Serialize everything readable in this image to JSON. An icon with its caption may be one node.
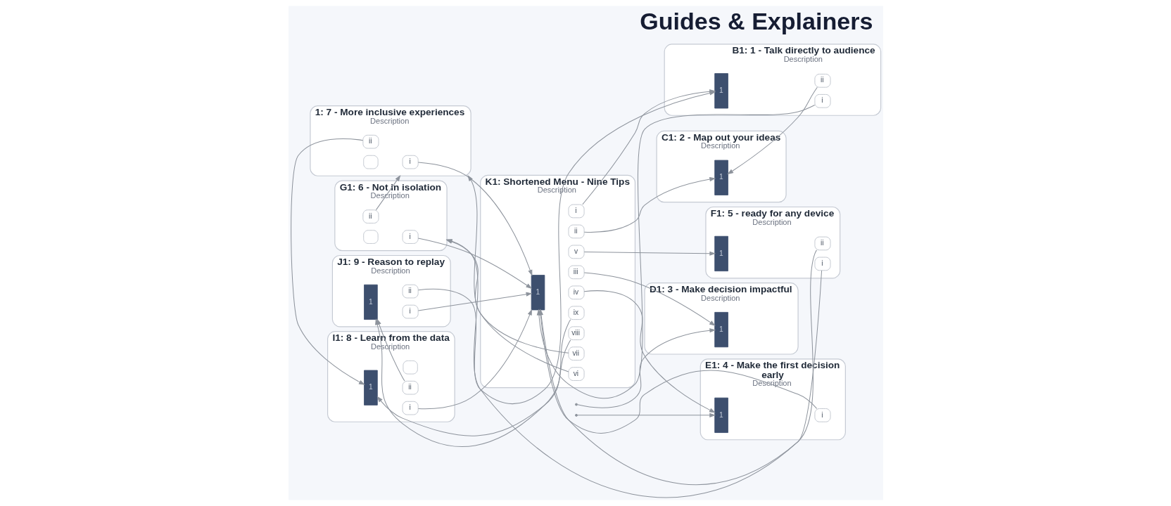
{
  "diagram": {
    "title": "Guides & Explainers",
    "nodes": [
      {
        "text": [
          "J1: 9 - Reason to replay",
          "Description"
        ]
      },
      {
        "text": [
          "1"
        ],
        "in": 0
      },
      {
        "text": [
          "i"
        ],
        "in": 0
      },
      {
        "text": [
          "ii"
        ],
        "in": 0
      },
      {
        "text": [
          "B1: 1 - Talk directly to audience",
          "Description"
        ]
      },
      {
        "text": [
          "1"
        ],
        "in": 4
      },
      {
        "text": [
          "i"
        ],
        "in": 4
      },
      {
        "text": [
          "ii"
        ],
        "in": 4
      },
      {
        "text": [
          "I1: 8 - Learn from the data",
          "Description"
        ]
      },
      {
        "text": [
          "1"
        ],
        "in": 8
      },
      {
        "text": [
          "i"
        ],
        "in": 8
      },
      {
        "text": [
          "ii"
        ],
        "in": 8
      },
      {
        "text": [],
        "shape": "box",
        "in": 8
      },
      {
        "text": [
          "C1: 2 - Map out your ideas",
          "Description"
        ]
      },
      {
        "text": [
          "1"
        ],
        "in": 13
      },
      {
        "text": [
          "1: 7 - More inclusive experiences",
          "Description"
        ]
      },
      {
        "text": [
          "i"
        ],
        "in": 15
      },
      {
        "text": [
          "ii"
        ],
        "in": 15
      },
      {
        "text": [],
        "shape": "box",
        "in": 15
      },
      {
        "text": [
          "K1: Shortened Menu - Nine Tips",
          "Description"
        ]
      },
      {
        "text": [
          "1"
        ],
        "in": 19
      },
      {
        "text": [
          "i"
        ],
        "in": 19
      },
      {
        "text": [
          "ii"
        ],
        "in": 19
      },
      {
        "text": [
          "iii"
        ],
        "in": 19
      },
      {
        "text": [
          "iv"
        ],
        "in": 19
      },
      {
        "text": [
          "v"
        ],
        "in": 19
      },
      {
        "text": [
          "vi"
        ],
        "in": 19
      },
      {
        "text": [
          "vii"
        ],
        "in": 19
      },
      {
        "text": [
          "viii"
        ],
        "in": 19
      },
      {
        "text": [
          "ix"
        ],
        "in": 19
      },
      {
        "text": [
          "D1: 3 - Make decision impactful",
          "Description"
        ]
      },
      {
        "text": [
          "1"
        ],
        "in": 30
      },
      {
        "text": [
          "G1: 6 - Not in isolation",
          "Description"
        ]
      },
      {
        "text": [
          "i"
        ],
        "in": 32
      },
      {
        "text": [
          "ii"
        ],
        "in": 32
      },
      {
        "text": [],
        "shape": "box",
        "in": 32
      },
      {
        "text": [
          "F1: 5 - ready for any device",
          "Description"
        ]
      },
      {
        "text": [
          "1"
        ],
        "in": 36
      },
      {
        "text": [
          "i"
        ],
        "in": 36
      },
      {
        "text": [
          "ii"
        ],
        "in": 36
      },
      {
        "text": [
          "E1: 4 - Make the first decision early",
          "Description"
        ]
      },
      {
        "text": [
          "1"
        ],
        "in": 40
      },
      {
        "text": [
          "i"
        ],
        "in": 40
      }
    ],
    "edges": [
      {
        "from": 21,
        "to": 5,
        "arrow": "to"
      },
      {
        "from": 22,
        "to": 14,
        "arrow": "to"
      },
      {
        "from": 23,
        "to": 31,
        "arrow": "to"
      },
      {
        "from": 24,
        "to": 41,
        "arrow": "to"
      },
      {
        "from": 25,
        "to": 37,
        "arrow": "to"
      },
      {
        "from": 26,
        "to": 32,
        "arrow": "to"
      },
      {
        "from": 27,
        "to": 15,
        "arrow": "to"
      },
      {
        "from": 28,
        "to": 9,
        "arrow": "to"
      },
      {
        "from": 29,
        "to": 1,
        "arrow": "to"
      },
      {
        "from": 2,
        "to": 20,
        "arrow": "to"
      },
      {
        "from": 6,
        "to": 20,
        "arrow": "to"
      },
      {
        "from": 10,
        "to": 20,
        "arrow": "to"
      },
      {
        "from": 16,
        "to": 20,
        "arrow": "to"
      },
      {
        "from": 33,
        "to": 20,
        "arrow": "to"
      },
      {
        "from": 38,
        "to": 20,
        "arrow": "to"
      },
      {
        "from": 42,
        "to": 20,
        "arrow": "to"
      },
      {
        "from": 3,
        "to": 5,
        "arrow": "to"
      },
      {
        "from": 7,
        "to": 14,
        "arrow": "to"
      },
      {
        "from": 11,
        "to": 1,
        "arrow": "to"
      },
      {
        "from": 17,
        "to": 9,
        "arrow": "to"
      },
      {
        "from": 34,
        "to": 15,
        "arrow": "to"
      },
      {
        "from": 39,
        "to": 32,
        "arrow": "to"
      },
      {
        "from": null,
        "to": 31,
        "arrow": "to"
      },
      {
        "from": null,
        "to": 41,
        "arrow": "to"
      }
    ]
  }
}
